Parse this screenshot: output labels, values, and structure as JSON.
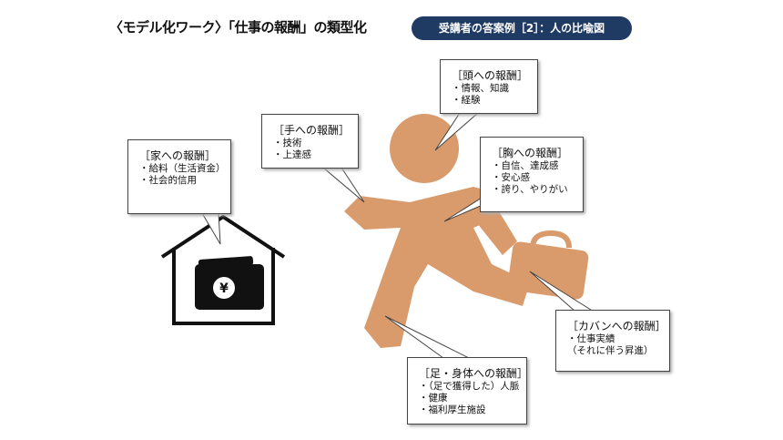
{
  "title": "〈モデル化ワーク〉「仕事の報酬」の類型化",
  "badge": "受講者の答案例［2］：人の比喩図",
  "callouts": {
    "house": {
      "heading": "［家への報酬］",
      "items": [
        "・給料（生活資金）",
        "・社会的信用"
      ]
    },
    "hand": {
      "heading": "［手への報酬］",
      "items": [
        "・技術",
        "・上達感"
      ]
    },
    "head": {
      "heading": "［頭への報酬］",
      "items": [
        "・情報、知識",
        "・経験"
      ]
    },
    "chest": {
      "heading": "［胸への報酬］",
      "items": [
        "・自信、達成感",
        "・安心感",
        "・誇り、やりがい"
      ]
    },
    "bag": {
      "heading": "［カバンへの報酬］",
      "items": [
        "・仕事実績",
        "（それに伴う昇進）"
      ]
    },
    "foot": {
      "heading": "［足・身体への報酬］",
      "items": [
        "・（足で獲得した）人脈",
        "・健康",
        "・福利厚生施設"
      ]
    }
  },
  "yen_symbol": "¥",
  "colors": {
    "figure": "#d99a6c",
    "badge": "#1f3a63"
  }
}
